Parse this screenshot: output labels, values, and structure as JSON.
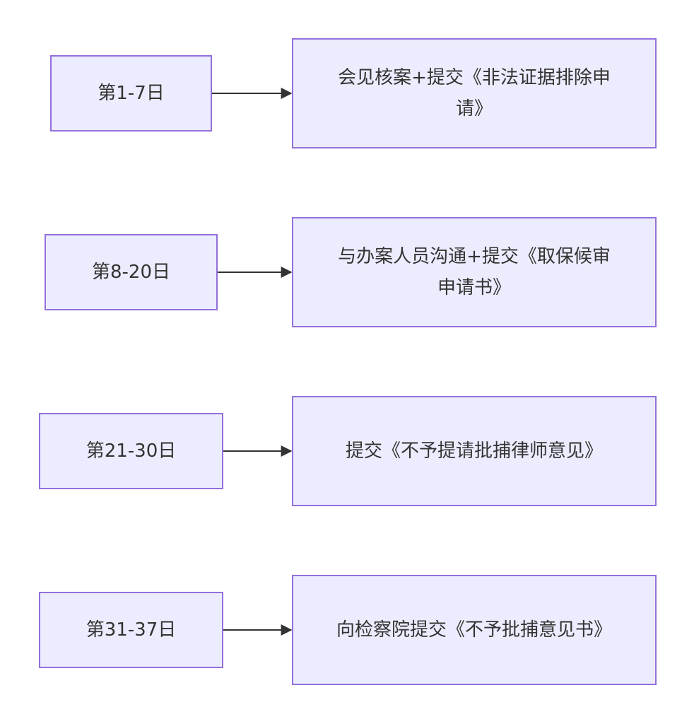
{
  "flow": {
    "rows": [
      {
        "step": "第1-7日",
        "task": "会见核案+提交《非法证据排除申请》"
      },
      {
        "step": "第8-20日",
        "task": "与办案人员沟通+提交《取保候审申请书》"
      },
      {
        "step": "第21-30日",
        "task": "提交《不予提请批捕律师意见》"
      },
      {
        "step": "第31-37日",
        "task": "向检察院提交《不予批捕意见书》"
      }
    ]
  },
  "colors": {
    "node_fill": "#ececff",
    "node_border": "#9370db",
    "text": "#333333",
    "edge": "#333333"
  }
}
